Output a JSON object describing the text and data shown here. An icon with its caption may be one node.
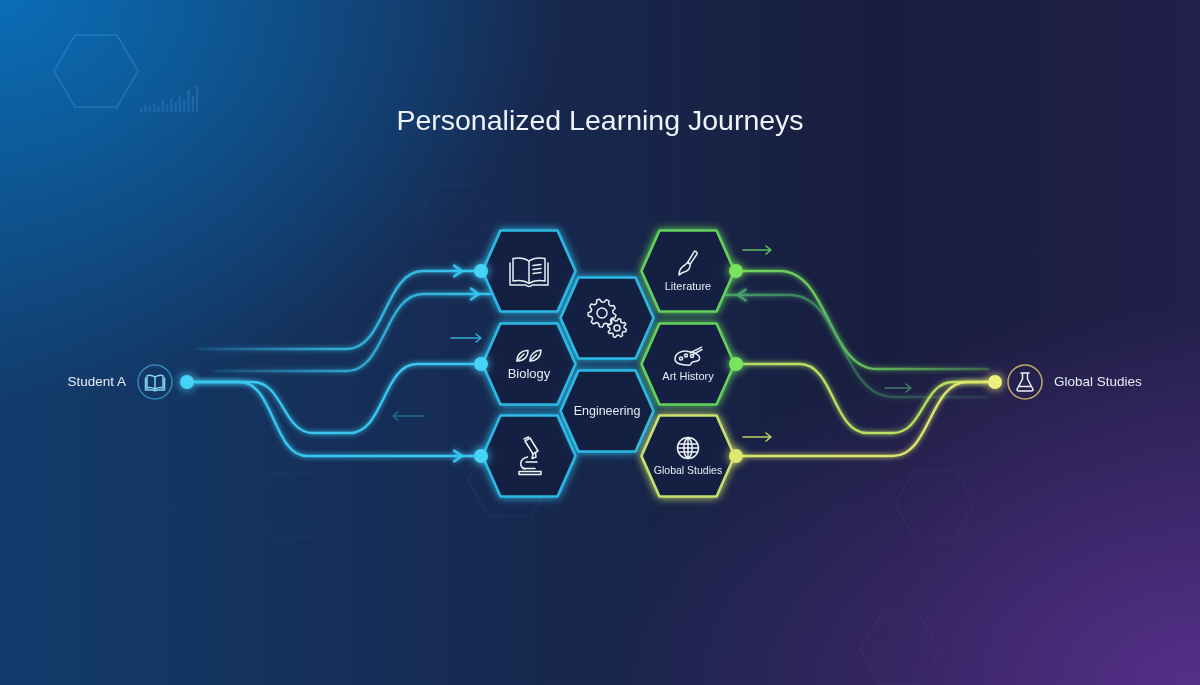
{
  "diagram": {
    "title": "Personalized Learning Journeys",
    "nodes": [
      {
        "text": [
          "Student A"
        ]
      },
      {
        "text": [],
        "shape": "hexagon"
      },
      {
        "text": [
          "Biology"
        ]
      },
      {
        "text": [],
        "shape": "hexagon"
      },
      {
        "text": [],
        "shape": "hexagon"
      },
      {
        "text": [
          "Engineering"
        ]
      },
      {
        "text": [
          "Literature"
        ]
      },
      {
        "text": [
          "Art History"
        ]
      },
      {
        "text": [
          "Global Studies"
        ]
      },
      {
        "text": [
          "Global Studies"
        ]
      }
    ],
    "edges": [
      {
        "from": null,
        "to": 1,
        "arrow": "to"
      },
      {
        "from": null,
        "to": 1,
        "arrow": "to"
      },
      {
        "from": 0,
        "to": 2,
        "arrow": "none"
      },
      {
        "from": 0,
        "to": 3,
        "arrow": "to"
      },
      {
        "from": 6,
        "to": 9,
        "arrow": "none",
        "color": "#6fd65e"
      },
      {
        "from": 9,
        "to": 6,
        "arrow": "to",
        "color": "#49a36a"
      },
      {
        "from": 7,
        "to": 9,
        "arrow": "none",
        "color": "#b5e060"
      },
      {
        "from": 8,
        "to": 9,
        "arrow": "none",
        "color": "#dde66c"
      }
    ]
  }
}
